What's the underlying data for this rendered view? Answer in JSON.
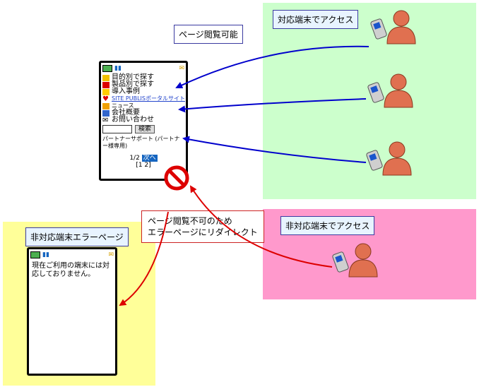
{
  "labels": {
    "browse_ok": "ページ閲覧可能",
    "supported_access": "対応端末でアクセス",
    "unsupported_access": "非対応端末でアクセス",
    "error_page": "非対応端末エラーページ",
    "redirect_line1": "ページ閲覧不可のため",
    "redirect_line2": "エラーページにリダイレクト"
  },
  "phone": {
    "menu": [
      "目的別で探す",
      "製品別で探す",
      "導入事例",
      "SITE PUBLISポータルサイト",
      "ニュース",
      "会社概要",
      "お問い合わせ"
    ],
    "search_button": "検索",
    "partner": "パートナーサポート (パートナー様専用)",
    "pager_pos": "1/2",
    "pager_next": "次へ",
    "pager_pages": "[1 2]"
  },
  "error_phone": {
    "message": "現在ご利用の端末には対応しておりません。"
  },
  "colors": {
    "supported_zone": "#ccffcc",
    "unsupported_zone": "#ff99cc",
    "error_zone": "#ffff99",
    "arrow_blue": "#0000cc",
    "arrow_red": "#dd0000"
  }
}
